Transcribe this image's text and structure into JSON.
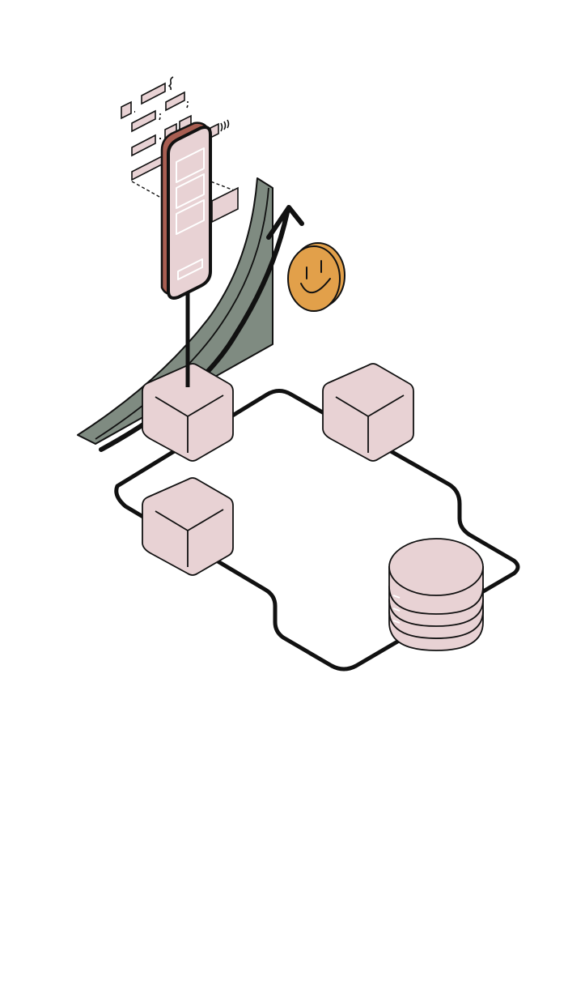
{
  "palette": {
    "background": "#ffffff",
    "outline": "#111111",
    "node_fill": "#e8d2d4",
    "device_accent": "#a85e52",
    "growth_band": "#7f8b81",
    "coin_fill": "#e2a04a"
  },
  "scene": {
    "elements": [
      "code-snippets",
      "mobile-device",
      "growth-curve",
      "growth-arrow",
      "smiley-coin",
      "network-loop",
      "cube-node",
      "cube-node",
      "cube-node",
      "database-stack"
    ],
    "cube_count": 3,
    "database_discs": 4
  }
}
